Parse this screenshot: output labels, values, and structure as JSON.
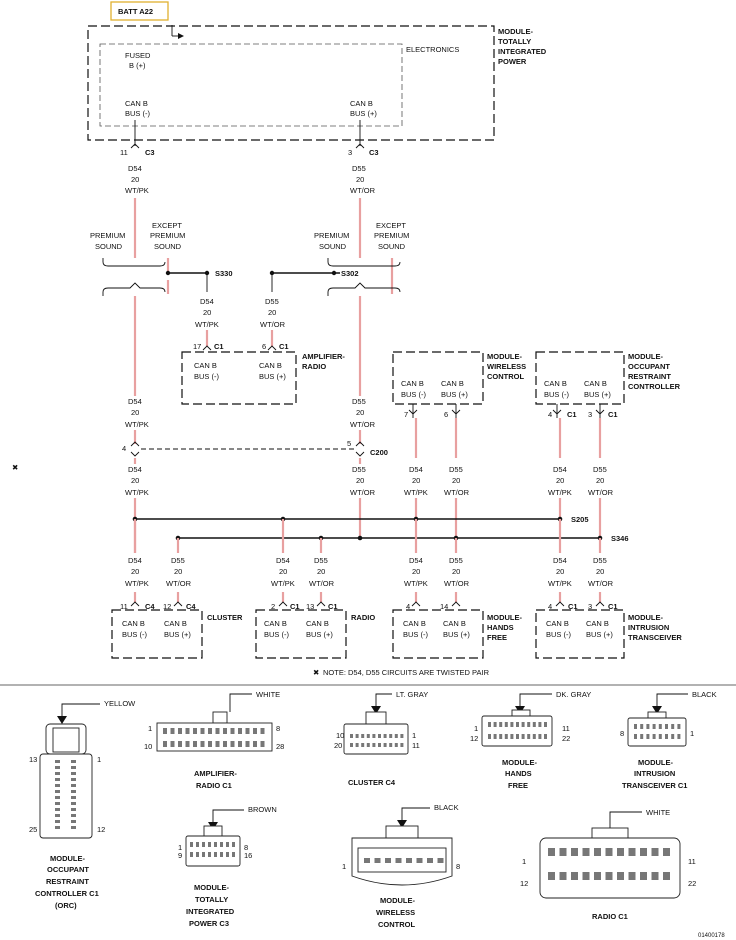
{
  "power": {
    "label": "BATT A22"
  },
  "module_tip": {
    "name": [
      "MODULE-",
      "TOTALLY",
      "INTEGRATED",
      "POWER"
    ],
    "electronics": "ELECTRONICS",
    "fused": [
      "FUSED",
      "B (+)"
    ],
    "can_minus": [
      "CAN B",
      "BUS (-)"
    ],
    "can_plus": [
      "CAN B",
      "BUS (+)"
    ]
  },
  "tip_pins": [
    {
      "pin": "11",
      "conn": "C3",
      "circuit": "D54",
      "gauge": "20",
      "color": "WT/PK"
    },
    {
      "pin": "3",
      "conn": "C3",
      "circuit": "D55",
      "gauge": "20",
      "color": "WT/OR"
    }
  ],
  "options": {
    "premium": [
      "PREMIUM",
      "SOUND"
    ],
    "except": [
      "EXCEPT",
      "PREMIUM",
      "SOUND"
    ]
  },
  "splices": {
    "s330": "S330",
    "s302": "S302",
    "s205": "S205",
    "s346": "S346"
  },
  "amp_wires": [
    {
      "circuit": "D54",
      "gauge": "20",
      "color": "WT/PK",
      "pin": "17",
      "conn": "C1"
    },
    {
      "circuit": "D55",
      "gauge": "20",
      "color": "WT/OR",
      "pin": "6",
      "conn": "C1"
    }
  ],
  "amplifier": {
    "name": [
      "AMPLIFIER-",
      "RADIO"
    ],
    "minus": [
      "CAN B",
      "BUS (-)"
    ],
    "plus": [
      "CAN B",
      "BUS (+)"
    ]
  },
  "wireless": {
    "name": [
      "MODULE-",
      "WIRELESS",
      "CONTROL"
    ],
    "minus": [
      "CAN B",
      "BUS (-)"
    ],
    "plus": [
      "CAN B",
      "BUS (+)"
    ],
    "pins": [
      "7",
      "6"
    ],
    "wires": [
      {
        "circuit": "D54",
        "gauge": "20",
        "color": "WT/PK"
      },
      {
        "circuit": "D55",
        "gauge": "20",
        "color": "WT/OR"
      }
    ]
  },
  "orc": {
    "name": [
      "MODULE-",
      "OCCUPANT",
      "RESTRAINT",
      "CONTROLLER"
    ],
    "minus": [
      "CAN B",
      "BUS (-)"
    ],
    "plus": [
      "CAN B",
      "BUS (+)"
    ],
    "pins": [
      {
        "pin": "4",
        "conn": "C1"
      },
      {
        "pin": "3",
        "conn": "C1"
      }
    ],
    "wires": [
      {
        "circuit": "D54",
        "gauge": "20",
        "color": "WT/PK"
      },
      {
        "circuit": "D55",
        "gauge": "20",
        "color": "WT/OR"
      }
    ]
  },
  "trunk_mid": [
    {
      "circuit": "D54",
      "gauge": "20",
      "color": "WT/PK",
      "pin": "4"
    },
    {
      "circuit": "D55",
      "gauge": "20",
      "color": "WT/OR",
      "pin": "5"
    }
  ],
  "c200": "C200",
  "trunk_low": [
    {
      "circuit": "D54",
      "gauge": "20",
      "color": "WT/PK"
    },
    {
      "circuit": "D55",
      "gauge": "20",
      "color": "WT/OR"
    }
  ],
  "bottom_modules": [
    {
      "name": [
        "CLUSTER"
      ],
      "pins": [
        {
          "pin": "11",
          "conn": "C4"
        },
        {
          "pin": "12",
          "conn": "C4"
        }
      ],
      "wires": [
        {
          "circuit": "D54",
          "gauge": "20",
          "color": "WT/PK"
        },
        {
          "circuit": "D55",
          "gauge": "20",
          "color": "WT/OR"
        }
      ],
      "minus": [
        "CAN B",
        "BUS (-)"
      ],
      "plus": [
        "CAN B",
        "BUS (+)"
      ]
    },
    {
      "name": [
        "RADIO"
      ],
      "pins": [
        {
          "pin": "2",
          "conn": "C1"
        },
        {
          "pin": "13",
          "conn": "C1"
        }
      ],
      "wires": [
        {
          "circuit": "D54",
          "gauge": "20",
          "color": "WT/PK"
        },
        {
          "circuit": "D55",
          "gauge": "20",
          "color": "WT/OR"
        }
      ],
      "minus": [
        "CAN B",
        "BUS (-)"
      ],
      "plus": [
        "CAN B",
        "BUS (+)"
      ]
    },
    {
      "name": [
        "MODULE-",
        "HANDS",
        "FREE"
      ],
      "pins": [
        {
          "pin": "4",
          "conn": ""
        },
        {
          "pin": "14",
          "conn": ""
        }
      ],
      "wires": [
        {
          "circuit": "D54",
          "gauge": "20",
          "color": "WT/PK"
        },
        {
          "circuit": "D55",
          "gauge": "20",
          "color": "WT/OR"
        }
      ],
      "minus": [
        "CAN B",
        "BUS (-)"
      ],
      "plus": [
        "CAN B",
        "BUS (+)"
      ]
    },
    {
      "name": [
        "MODULE-",
        "INTRUSION",
        "TRANSCEIVER"
      ],
      "pins": [
        {
          "pin": "4",
          "conn": "C1"
        },
        {
          "pin": "3",
          "conn": "C1"
        }
      ],
      "wires": [
        {
          "circuit": "D54",
          "gauge": "20",
          "color": "WT/PK"
        },
        {
          "circuit": "D55",
          "gauge": "20",
          "color": "WT/OR"
        }
      ],
      "minus": [
        "CAN B",
        "BUS (-)"
      ],
      "plus": [
        "CAN B",
        "BUS (+)"
      ]
    }
  ],
  "note": "NOTE:  D54, D55    CIRCUITS ARE TWISTED PAIR",
  "twist_symbol": "✖",
  "connectors": [
    {
      "name": [
        "MODULE-",
        "OCCUPANT",
        "RESTRAINT",
        "CONTROLLER C1",
        "(ORC)"
      ],
      "color": "YELLOW",
      "pins": [
        "13",
        "1",
        "25",
        "12"
      ]
    },
    {
      "name": [
        "AMPLIFIER-",
        "RADIO C1"
      ],
      "color": "WHITE",
      "pins": [
        "1",
        "8",
        "10",
        "28"
      ]
    },
    {
      "name": [
        "CLUSTER C4"
      ],
      "color": "LT. GRAY",
      "pins": [
        "10",
        "1",
        "20",
        "11"
      ]
    },
    {
      "name": [
        "MODULE-",
        "HANDS",
        "FREE"
      ],
      "color": "DK. GRAY",
      "pins": [
        "1",
        "11",
        "12",
        "22"
      ]
    },
    {
      "name": [
        "MODULE-",
        "INTRUSION",
        "TRANSCEIVER C1"
      ],
      "color": "BLACK",
      "pins": [
        "8",
        "1"
      ]
    },
    {
      "name": [
        "MODULE-",
        "TOTALLY",
        "INTEGRATED",
        "POWER C3"
      ],
      "color": "BROWN",
      "pins": [
        "1",
        "8",
        "9",
        "16"
      ]
    },
    {
      "name": [
        "MODULE-",
        "WIRELESS",
        "CONTROL"
      ],
      "color": "BLACK",
      "pins": [
        "1",
        "8"
      ]
    },
    {
      "name": [
        "RADIO C1"
      ],
      "color": "WHITE",
      "pins": [
        "1",
        "11",
        "12",
        "22"
      ]
    }
  ],
  "figure_id": "01400178"
}
